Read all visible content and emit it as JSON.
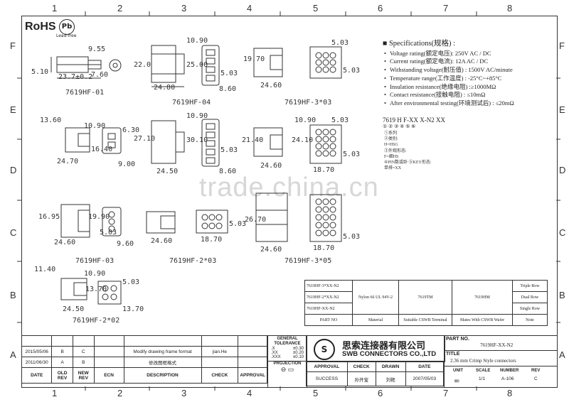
{
  "columns": [
    "1",
    "2",
    "3",
    "4",
    "5",
    "6",
    "7",
    "8"
  ],
  "rows": [
    "F",
    "E",
    "D",
    "C",
    "B",
    "A"
  ],
  "rohs": {
    "label": "RoHS",
    "pb": "Pb",
    "pb_sub": "Lead-free"
  },
  "watermark": "trade.china.cn",
  "drawings": {
    "hf01": {
      "name": "7619HF-01",
      "d1": "9.55",
      "d2": "7.60",
      "d3": "23.7±0.2",
      "d4": "5.10"
    },
    "hf04": {
      "name": "7619HF-04",
      "d1": "10.90",
      "d2": "22.0",
      "d3": "25.00",
      "d4": "5.03",
      "d5": "24.80",
      "d6": "8.60"
    },
    "hf3x03": {
      "name": "7619HF-3*03",
      "d1": "5.03",
      "d2": "19.70",
      "d3": "24.60",
      "d4": "5.03"
    },
    "hf02": {
      "d1": "13.60",
      "d2": "10.90",
      "d3": "6.30",
      "d4": "16.40",
      "d5": "24.70",
      "d6": "9.00"
    },
    "hf05": {
      "d1": "10.90",
      "d2": "27.10",
      "d3": "30.10",
      "d4": "5.03",
      "d5": "24.50",
      "d6": "8.60"
    },
    "hf3x04": {
      "d1": "10.90",
      "d2": "5.03",
      "d3": "21.40",
      "d4": "24.10",
      "d5": "24.60",
      "d6": "18.70",
      "d7": "5.03"
    },
    "hf03": {
      "name": "7619HF-03",
      "d1": "16.95",
      "d2": "19.90",
      "d3": "24.60",
      "d4": "5.03",
      "d5": "9.60"
    },
    "hf2x03": {
      "name": "7619HF-2*03",
      "d1": "24.60",
      "d2": "18.70",
      "d3": "5.03"
    },
    "hf3x05": {
      "name": "7619HF-3*05",
      "d1": "26.70",
      "d2": "24.60",
      "d3": "18.70",
      "d4": "5.03"
    },
    "hf2x02": {
      "name": "7619HF-2*02",
      "d1": "11.40",
      "d2": "10.90",
      "d3": "13.70",
      "d4": "5.03",
      "d5": "24.50",
      "d6": "13.70"
    }
  },
  "spec": {
    "title": "Specifications(规格) :",
    "items": [
      "Voltage rating(额定电压): 250V AC / DC",
      "Current rating(额定电流): 12A  AC / DC",
      "Withstanding voltage(耐压值) : 1500V AC/minute",
      "Temperature range(工作温度) : -25°C~+85°C",
      "Insulation resistance(绝缘电阻) :≥1000MΩ",
      "Contact resistance(接触电阻) : ≤10mΩ",
      "After environmental testing(环境测试后) : ≤20mΩ"
    ]
  },
  "partno": {
    "code": "7619 H F-XX X-N2 XX",
    "marks": "① ② ③  ④  ⑤  ⑥",
    "notes": [
      "①系列",
      "②类别:",
      "   H=HSG",
      "③外观形态:",
      "   F=细HS",
      "④PIN数或卧   ⑤KEY形态:",
      "   单排=XX"
    ]
  },
  "material_table": {
    "rows": [
      {
        "part": "7619HF-3*XX-N2",
        "row": "Triple Row"
      },
      {
        "part": "7619HF-2*XX-N2",
        "row": "Dual Row"
      },
      {
        "part": "7619HF-XX-N2",
        "row": "Single Row"
      }
    ],
    "material": "Nylon 66  UL 94V-2",
    "terminal": "7619TM",
    "wafer": "7619HM",
    "headers": [
      "PART NO",
      "Material",
      "Suitable CSWB  Terminal",
      "Mates With CSWB  Wafer",
      "Note"
    ]
  },
  "title_block": {
    "rev_rows": [
      {
        "date": "2015/05/06",
        "old": "B",
        "new": "C",
        "desc": "Modify drawing frame format",
        "check": "jian.He"
      },
      {
        "date": "2011/06/30",
        "old": "A",
        "new": "B",
        "desc": "修改图框格式",
        "check": ""
      }
    ],
    "headers": {
      "date": "DATE",
      "old": "OLD REV",
      "new": "NEW REV",
      "ecn": "ECN",
      "desc": "DESCRIPTION",
      "check": "CHECK",
      "approval": "APPROVAL"
    },
    "tolerance": {
      "title": "GENERAL TOLERANCE",
      "r1": ".X",
      "v1": "±0.30",
      "r2": ".XX",
      "v2": "±0.20",
      "r3": ".XXX",
      "v3": "±0.10",
      "projection": "PROJECTION"
    },
    "company_cn": "思索连接器有限公司",
    "company_en": "SWB CONNECTORS CO.,LTD",
    "approval_row": {
      "approval": "APPROVAL",
      "check": "CHECK",
      "drawn": "DRAWN",
      "date": "DATE"
    },
    "approval_vals": {
      "approval": "SUCCESS",
      "check": "孙开宝",
      "drawn": "刘艳",
      "date": "2007/05/03"
    },
    "part_no_label": "PART NO.",
    "part_no": "7619HF-XX-N2",
    "title_label": "TITLE",
    "title": "2.36  mm Crimp Style connectors",
    "unit_label": "UNIT",
    "unit": "㎜",
    "scale_label": "SCALE",
    "scale": "1/1",
    "number_label": "NUMBER",
    "number": "A-106",
    "rev_label": "REV",
    "rev": "C"
  }
}
